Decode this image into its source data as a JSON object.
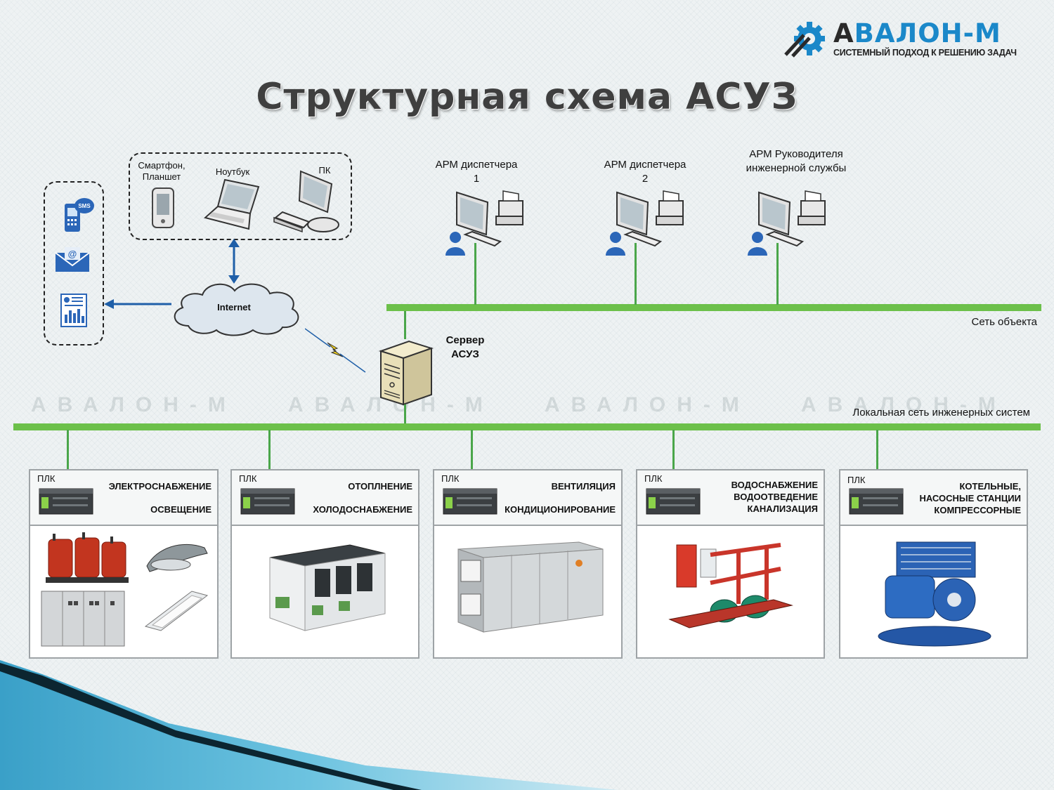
{
  "logo": {
    "name_first": "А",
    "name_rest": "ВАЛОН-М",
    "tagline": "СИСТЕМНЫЙ ПОДХОД К РЕШЕНИЮ ЗАДАЧ"
  },
  "title": "Структурная схема АСУЗ",
  "watermark": "АВАЛОН-М",
  "notifications": {
    "icons": [
      "sms-phone-icon",
      "email-icon",
      "report-icon"
    ]
  },
  "mobile_group": {
    "devices": [
      "Смартфон, Планшет",
      "Ноутбук",
      "ПК"
    ]
  },
  "internet": "Internet",
  "workstations": [
    {
      "label": "АРМ диспетчера 1"
    },
    {
      "label": "АРМ диспетчера 2"
    },
    {
      "label": "АРМ Руководителя инженерной службы"
    }
  ],
  "server": "Сервер АСУЗ",
  "networks": {
    "object": "Сеть объекта",
    "local": "Локальная сеть инженерных систем"
  },
  "plc_label": "ПЛК",
  "systems": [
    {
      "line1": "ЭЛЕКТРОСНАБЖЕНИЕ",
      "line2": "ОСВЕЩЕНИЕ"
    },
    {
      "line1": "ОТОПЛНЕНИЕ",
      "line2": "ХОЛОДОСНАБЖЕНИЕ"
    },
    {
      "line1": "ВЕНТИЛЯЦИЯ",
      "line2": "КОНДИЦИОНИРОВАНИЕ"
    },
    {
      "line1": "ВОДОСНАБЖЕНИЕ",
      "line2": "ВОДООТВЕДЕНИЕ",
      "line3": "КАНАЛИЗАЦИЯ"
    },
    {
      "line1": "КОТЕЛЬНЫЕ,",
      "line2": "НАСОСНЫЕ СТАНЦИИ",
      "line3": "КОМПРЕССОРНЫЕ"
    }
  ],
  "colors": {
    "network": "#6cc04a",
    "logo_blue": "#1b88c9",
    "corner_dark": "#0c2530",
    "corner_light": "#4bb0d4"
  }
}
